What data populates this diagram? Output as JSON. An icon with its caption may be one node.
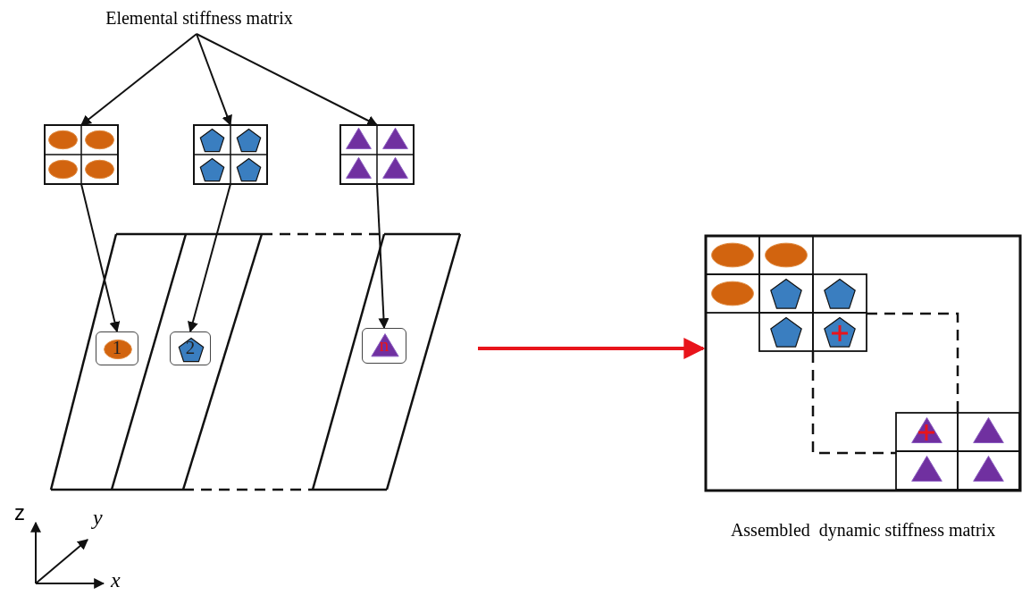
{
  "diagram": {
    "nodes": [
      {
        "text": [
          "Elemental stiffness matrix"
        ]
      },
      {
        "text": [],
        "shape": "box"
      },
      {
        "text": [],
        "shape": "box"
      },
      {
        "text": [],
        "shape": "box"
      },
      {
        "text": [],
        "shape": "picture"
      },
      {
        "text": [
          "1"
        ],
        "in": 4
      },
      {
        "text": [
          "2"
        ],
        "in": 4
      },
      {
        "text": [
          "n"
        ],
        "in": 4
      },
      {
        "text": [],
        "shape": "box",
        "beside": [
          "Assembled  dynamic stiffness matrix"
        ]
      }
    ],
    "edges": [
      {
        "from": 0,
        "to": 1,
        "arrow": "to"
      },
      {
        "from": 0,
        "to": 2,
        "arrow": "to"
      },
      {
        "from": 0,
        "to": 3,
        "arrow": "to"
      },
      {
        "from": 1,
        "to": 5,
        "arrow": "to"
      },
      {
        "from": 2,
        "to": 6,
        "arrow": "to"
      },
      {
        "from": 3,
        "to": 7,
        "arrow": "to"
      },
      {
        "from": 4,
        "to": 8,
        "arrow": "to",
        "style": "thick",
        "color": "#e8141b"
      }
    ],
    "labels": [
      "z",
      "y",
      "x"
    ]
  }
}
